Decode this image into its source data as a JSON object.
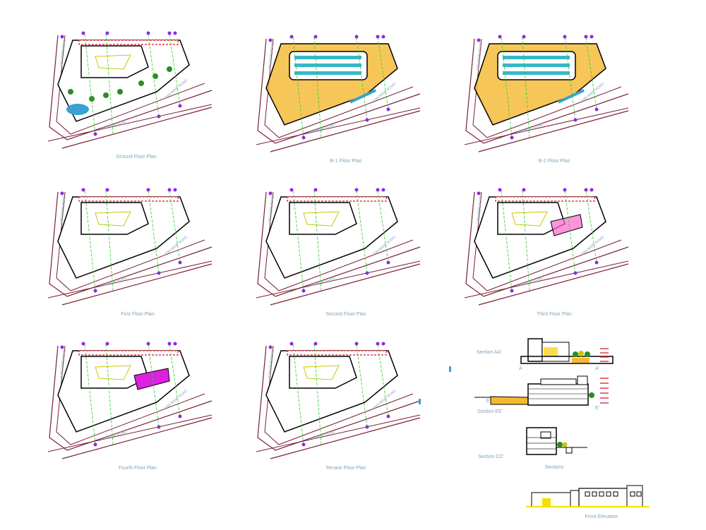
{
  "sheet": {
    "plans": [
      {
        "title": "Ground Floor Plan",
        "variant": "ground"
      },
      {
        "title": "B-1 Floor Plan",
        "variant": "basement"
      },
      {
        "title": "B-2 Floor Plan",
        "variant": "basement"
      },
      {
        "title": "First Floor Plan",
        "variant": "floor"
      },
      {
        "title": "Second Floor Plan",
        "variant": "floor"
      },
      {
        "title": "Third Floor Plan",
        "variant": "third"
      },
      {
        "title": "Fourth Floor Plan",
        "variant": "fourth"
      },
      {
        "title": "Terrace Floor Plan",
        "variant": "terrace"
      }
    ],
    "road_labels": {
      "main": "20 M WIDE ROAD",
      "side": "12M WIDE ROAD",
      "right": "20M WIDE ROAD"
    },
    "sections": {
      "aa": {
        "title": "Section AA'",
        "start": "A",
        "end": "A'"
      },
      "ee": {
        "title": "Section EE'",
        "start": "E",
        "end": "E'"
      },
      "cc": {
        "title": "Section CC'"
      },
      "group_title": "Sections"
    },
    "elevation": {
      "title": "Front Elevation"
    },
    "colors": {
      "line": "#000000",
      "road": "#7a1f33",
      "grid": "#33cc33",
      "marker": "#8a2be2",
      "parking": "#f5b82e",
      "water": "#3aa0d0",
      "accent": "#e63946"
    }
  }
}
